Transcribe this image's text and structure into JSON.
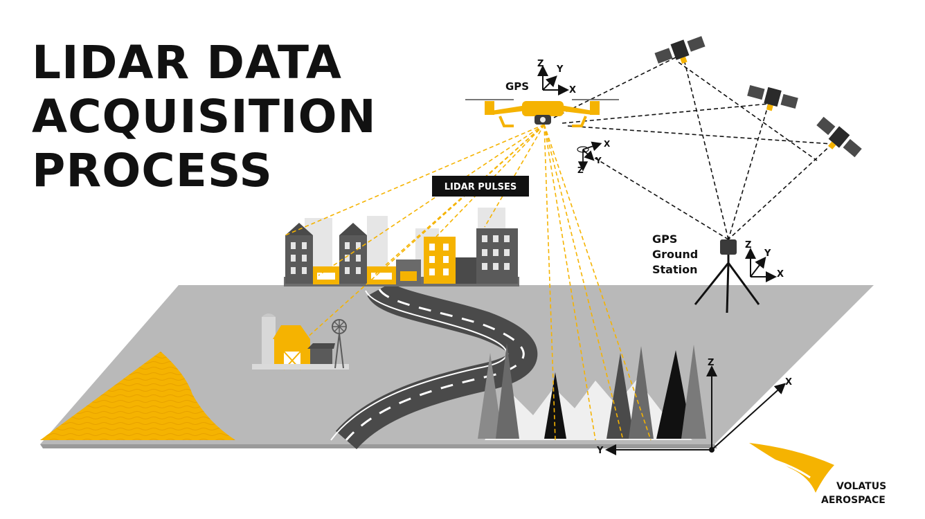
{
  "title": {
    "lines": [
      "LIDAR DATA",
      "ACQUISITION",
      "PROCESS"
    ]
  },
  "labels": {
    "gps": "GPS",
    "lidar_pulses": "LIDAR PULSES",
    "ground_station": [
      "GPS",
      "Ground",
      "Station"
    ]
  },
  "axes": {
    "x": "X",
    "y": "Y",
    "z": "Z"
  },
  "logo": {
    "line1": "VOLATUS",
    "line2": "AEROSPACE"
  },
  "colors": {
    "accent": "#F5B301",
    "ground": "#B9B9B9",
    "building_dark": "#5A5A5A",
    "road": "#4A4A4A"
  }
}
